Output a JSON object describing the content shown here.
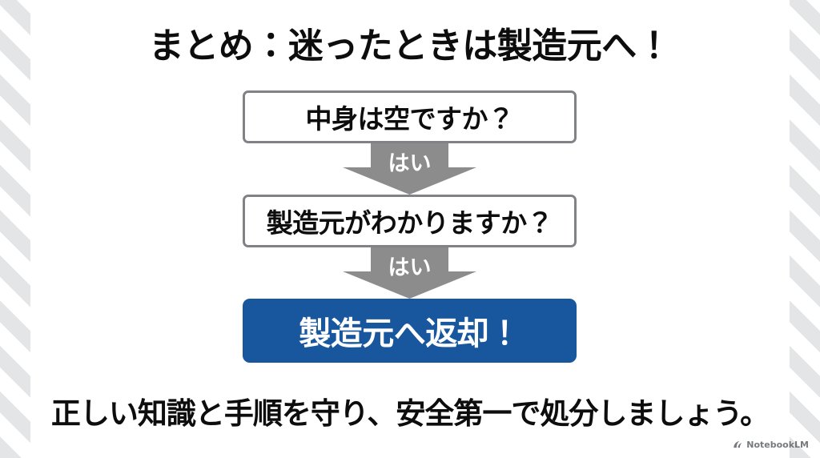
{
  "slide": {
    "title": "まとめ：迷ったときは製造元へ！",
    "caption": "正しい知識と手順を守り、安全第一で処分しましょう。",
    "background_color": "#ffffff",
    "stripe_color": "#e3e5e6"
  },
  "flow": {
    "steps": [
      {
        "kind": "decision",
        "label": "中身は空ですか？",
        "border_color": "#808285",
        "text_color": "#0d0d0d",
        "fill_color": "#ffffff"
      },
      {
        "kind": "decision",
        "label": "製造元がわかりますか？",
        "border_color": "#808285",
        "text_color": "#0d0d0d",
        "fill_color": "#ffffff"
      },
      {
        "kind": "result",
        "label": "製造元へ返却！",
        "fill_color": "#18569e",
        "text_color": "#ffffff"
      }
    ],
    "connectors": [
      {
        "label": "はい",
        "color": "#8c8c8c",
        "label_color": "#ffffff"
      },
      {
        "label": "はい",
        "color": "#8c8c8c",
        "label_color": "#ffffff"
      }
    ]
  },
  "watermark": {
    "label": "NotebookLM",
    "icon": "notebooklm-logo-icon"
  }
}
